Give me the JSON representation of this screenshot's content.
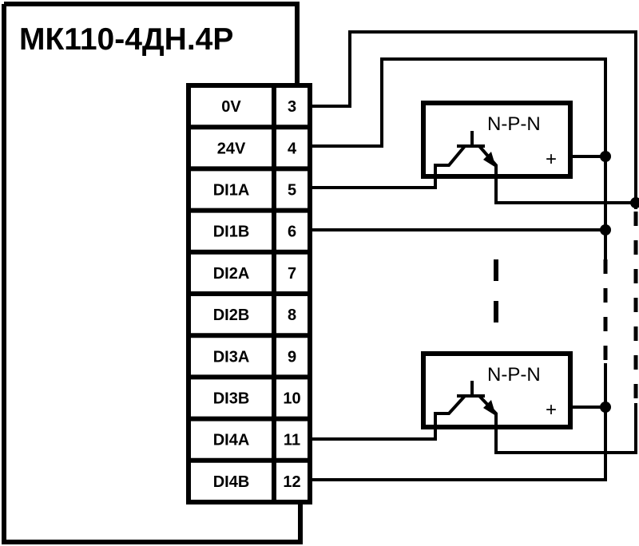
{
  "device": {
    "title": "МК110-4ДН.4Р",
    "terminals": [
      {
        "label": "0V",
        "number": "3"
      },
      {
        "label": "24V",
        "number": "4"
      },
      {
        "label": "DI1A",
        "number": "5"
      },
      {
        "label": "DI1B",
        "number": "6"
      },
      {
        "label": "DI2A",
        "number": "7"
      },
      {
        "label": "DI2B",
        "number": "8"
      },
      {
        "label": "DI3A",
        "number": "9"
      },
      {
        "label": "DI3B",
        "number": "10"
      },
      {
        "label": "DI4A",
        "number": "11"
      },
      {
        "label": "DI4B",
        "number": "12"
      }
    ]
  },
  "sensors": [
    {
      "type": "N-P-N",
      "plus": "+",
      "input": "DI1"
    },
    {
      "type": "N-P-N",
      "plus": "+",
      "input": "DI4"
    }
  ],
  "colors": {
    "line": "#000000",
    "background": "#ffffff"
  }
}
